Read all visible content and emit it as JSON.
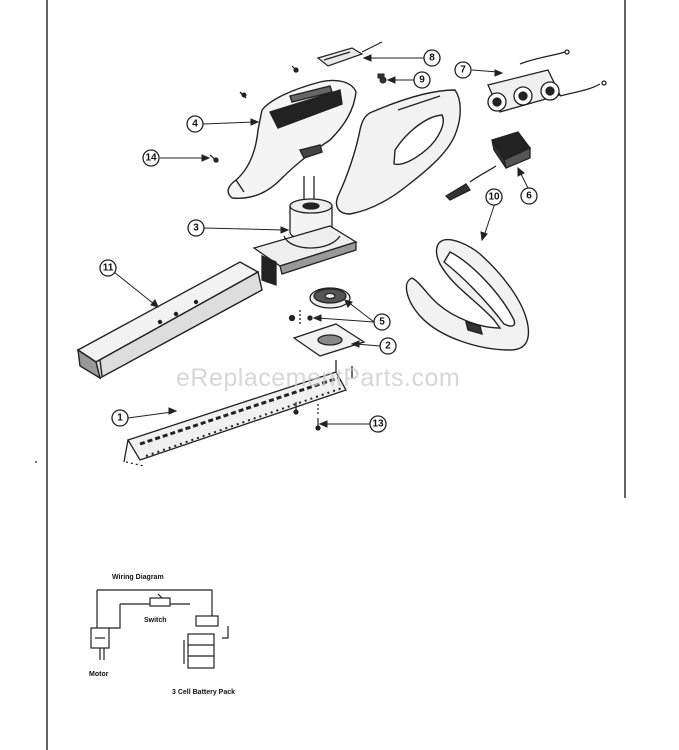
{
  "watermark": "eReplacementParts.com",
  "callouts": [
    {
      "id": "1",
      "label": "1"
    },
    {
      "id": "2",
      "label": "2"
    },
    {
      "id": "3",
      "label": "3"
    },
    {
      "id": "4",
      "label": "4"
    },
    {
      "id": "5",
      "label": "5"
    },
    {
      "id": "6",
      "label": "6"
    },
    {
      "id": "7",
      "label": "7"
    },
    {
      "id": "8",
      "label": "8"
    },
    {
      "id": "9",
      "label": "9"
    },
    {
      "id": "10",
      "label": "10"
    },
    {
      "id": "11",
      "label": "11"
    },
    {
      "id": "13",
      "label": "13"
    },
    {
      "id": "14",
      "label": "14"
    }
  ],
  "wiring": {
    "title": "Wiring Diagram",
    "switch_label": "Switch",
    "motor_label": "Motor",
    "battery_label": "3 Cell Battery Pack"
  }
}
